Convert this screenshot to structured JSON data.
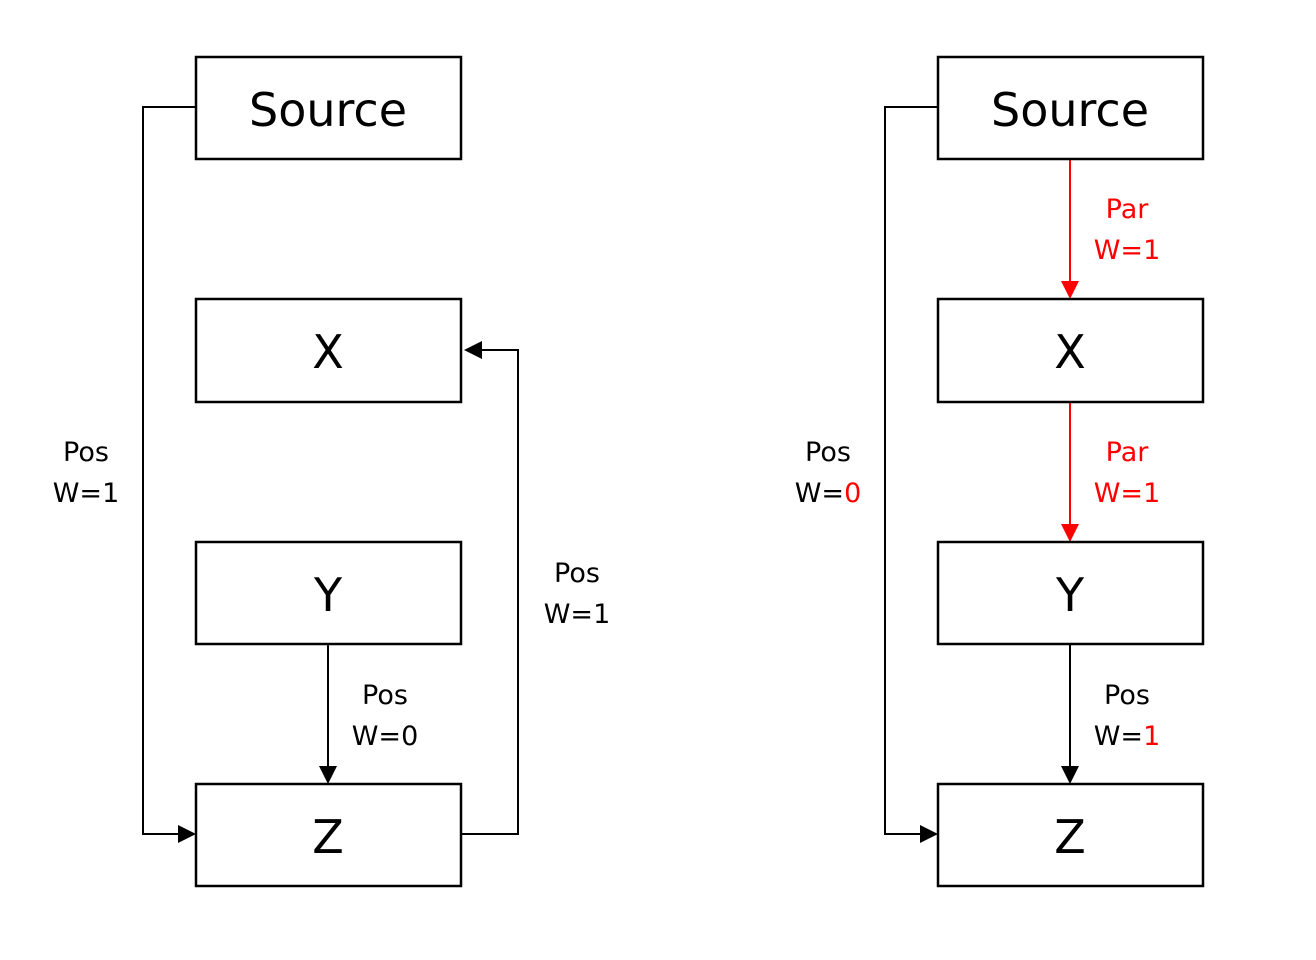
{
  "colors": {
    "default": "#000000",
    "highlight": "#ff0000"
  },
  "left_diagram": {
    "nodes": {
      "source": "Source",
      "x": "X",
      "y": "Y",
      "z": "Z"
    },
    "edges": {
      "source_to_z": {
        "type": "Pos",
        "prefix": "W=",
        "weight": "1"
      },
      "y_to_z": {
        "type": "Pos",
        "prefix": "W=",
        "weight": "0"
      },
      "z_to_x": {
        "type": "Pos",
        "prefix": "W=",
        "weight": "1"
      }
    }
  },
  "right_diagram": {
    "nodes": {
      "source": "Source",
      "x": "X",
      "y": "Y",
      "z": "Z"
    },
    "edges": {
      "source_to_z": {
        "type": "Pos",
        "prefix": "W=",
        "weight": "0"
      },
      "source_to_x": {
        "type": "Par",
        "prefix": "W=",
        "weight": "1"
      },
      "x_to_y": {
        "type": "Par",
        "prefix": "W=",
        "weight": "1"
      },
      "y_to_z": {
        "type": "Pos",
        "prefix": "W=",
        "weight": "1"
      }
    }
  }
}
